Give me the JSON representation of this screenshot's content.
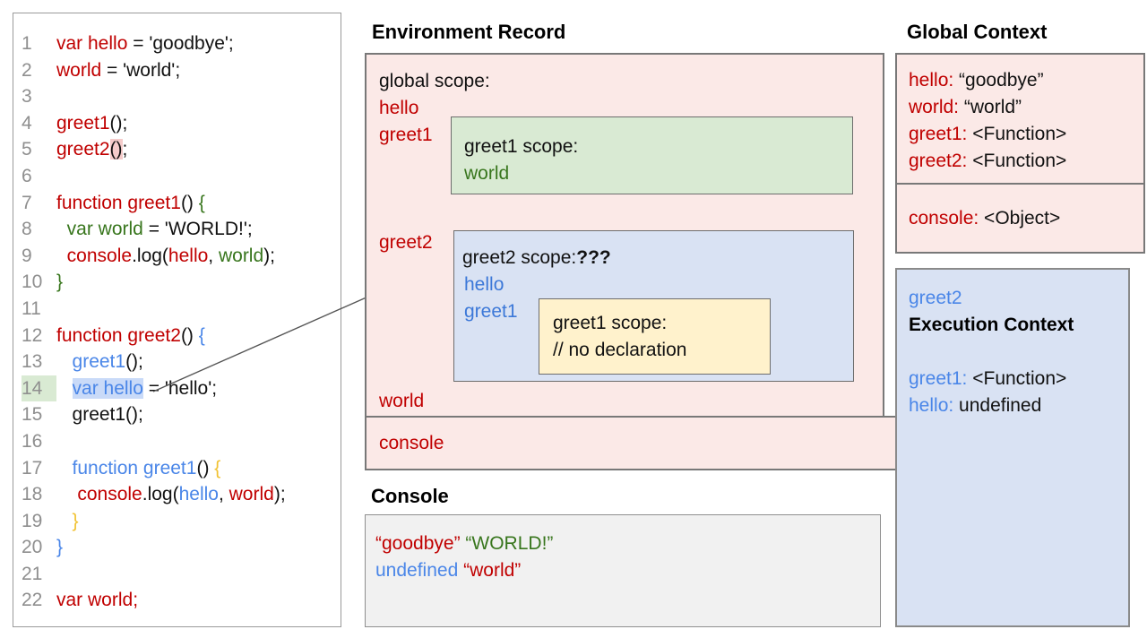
{
  "palette": {
    "pink_bg": "#fbe9e7",
    "green_bg": "#d9ead3",
    "blue_bg": "#d9e2f3",
    "yellow_bg": "#fff2cc",
    "gray_bg": "#f1f1f1",
    "red_text": "#c00000",
    "green_text": "#38761d",
    "blue_text": "#3c78d8",
    "light_blue_text": "#4a86e8",
    "yellow_text": "#f1c232",
    "line_number_gray": "#8f8f8f",
    "hl_pink": "#f5cbca",
    "hl_blue": "#c9daf8",
    "hl_green": "#d9ead3"
  },
  "code_panel": {
    "lines": [
      {
        "n": "1",
        "segs": [
          {
            "t": "var hello",
            "c": "red"
          },
          {
            "t": " = 'goodbye';",
            "c": "k"
          }
        ]
      },
      {
        "n": "2",
        "segs": [
          {
            "t": "world",
            "c": "red"
          },
          {
            "t": " = 'world';",
            "c": "k"
          }
        ]
      },
      {
        "n": "3",
        "segs": []
      },
      {
        "n": "4",
        "segs": [
          {
            "t": "greet1",
            "c": "red"
          },
          {
            "t": "();",
            "c": "k"
          }
        ]
      },
      {
        "n": "5",
        "segs": [
          {
            "t": "greet2",
            "c": "red"
          },
          {
            "t": "()",
            "c": "k",
            "hl": "pink"
          },
          {
            "t": ";",
            "c": "k"
          }
        ]
      },
      {
        "n": "6",
        "segs": []
      },
      {
        "n": "7",
        "segs": [
          {
            "t": "function greet1",
            "c": "red"
          },
          {
            "t": "() ",
            "c": "k"
          },
          {
            "t": "{",
            "c": "green"
          }
        ]
      },
      {
        "n": "8",
        "segs": [
          {
            "t": "  ",
            "c": "k"
          },
          {
            "t": "var world",
            "c": "green"
          },
          {
            "t": " = 'WORLD!';",
            "c": "k"
          }
        ]
      },
      {
        "n": "9",
        "segs": [
          {
            "t": "  ",
            "c": "k"
          },
          {
            "t": "console",
            "c": "red"
          },
          {
            "t": ".log(",
            "c": "k"
          },
          {
            "t": "hello",
            "c": "red"
          },
          {
            "t": ", ",
            "c": "k"
          },
          {
            "t": "world",
            "c": "green"
          },
          {
            "t": ");",
            "c": "k"
          }
        ]
      },
      {
        "n": "10",
        "segs": [
          {
            "t": "}",
            "c": "green"
          }
        ]
      },
      {
        "n": "11",
        "segs": []
      },
      {
        "n": "12",
        "segs": [
          {
            "t": "function greet2",
            "c": "red"
          },
          {
            "t": "() ",
            "c": "k"
          },
          {
            "t": "{",
            "c": "blue2"
          }
        ]
      },
      {
        "n": "13",
        "segs": [
          {
            "t": "   ",
            "c": "k"
          },
          {
            "t": "greet1",
            "c": "blue2"
          },
          {
            "t": "();",
            "c": "k"
          }
        ]
      },
      {
        "n": "14",
        "nhl": true,
        "segs": [
          {
            "t": "   ",
            "c": "k"
          },
          {
            "t": "var hello",
            "c": "blue2",
            "hl": "blue"
          },
          {
            "t": " = 'hello';",
            "c": "k"
          }
        ]
      },
      {
        "n": "15",
        "segs": [
          {
            "t": "   ",
            "c": "k"
          },
          {
            "t": "greet1();",
            "c": "k"
          }
        ]
      },
      {
        "n": "16",
        "segs": []
      },
      {
        "n": "17",
        "segs": [
          {
            "t": "   ",
            "c": "k"
          },
          {
            "t": "function greet1",
            "c": "blue2"
          },
          {
            "t": "() ",
            "c": "k"
          },
          {
            "t": "{",
            "c": "yellow"
          }
        ]
      },
      {
        "n": "18",
        "segs": [
          {
            "t": "    ",
            "c": "k"
          },
          {
            "t": "console",
            "c": "red"
          },
          {
            "t": ".log(",
            "c": "k"
          },
          {
            "t": "hello",
            "c": "blue2"
          },
          {
            "t": ", ",
            "c": "k"
          },
          {
            "t": "world",
            "c": "red"
          },
          {
            "t": ");",
            "c": "k"
          }
        ]
      },
      {
        "n": "19",
        "segs": [
          {
            "t": "   ",
            "c": "k"
          },
          {
            "t": "}",
            "c": "yellow"
          }
        ]
      },
      {
        "n": "20",
        "segs": [
          {
            "t": "}",
            "c": "blue2"
          }
        ]
      },
      {
        "n": "21",
        "segs": []
      },
      {
        "n": "22",
        "segs": [
          {
            "t": "var world;",
            "c": "red"
          }
        ]
      }
    ]
  },
  "er": {
    "title": "Environment Record",
    "global_label": "global scope:",
    "hello": "hello",
    "greet1": "greet1",
    "greet2": "greet2",
    "world": "world",
    "console": "console",
    "greet1_scope_label": "greet1 scope:",
    "greet1_scope_world": "world",
    "greet2_scope_label": "greet2 scope:",
    "greet2_scope_q": "???",
    "greet2_hello": "hello",
    "greet2_greet1": "greet1",
    "inner_scope_label": "greet1 scope:",
    "inner_scope_comment": "// no declaration"
  },
  "console_panel": {
    "title": "Console",
    "lines": [
      [
        {
          "t": "“goodbye”",
          "c": "red"
        },
        {
          "t": " ",
          "c": "k"
        },
        {
          "t": "“WORLD!”",
          "c": "green"
        }
      ],
      [
        {
          "t": "undefined",
          "c": "blue2"
        },
        {
          "t": " ",
          "c": "k"
        },
        {
          "t": "“world”",
          "c": "red"
        }
      ]
    ]
  },
  "global_context": {
    "title": "Global Context",
    "rows": [
      {
        "k": "hello:",
        "v": " “goodbye”"
      },
      {
        "k": "world:",
        "v": " “world”"
      },
      {
        "k": "greet1:",
        "v": " <Function>"
      },
      {
        "k": "greet2:",
        "v": " <Function>"
      }
    ],
    "console_row": {
      "k": "console:",
      "v": " <Object>"
    }
  },
  "execution_context": {
    "fn": "greet2",
    "title": "Execution Context",
    "rows": [
      {
        "k": "greet1:",
        "v": " <Function>"
      },
      {
        "k": "hello:",
        "v": " undefined"
      }
    ]
  }
}
